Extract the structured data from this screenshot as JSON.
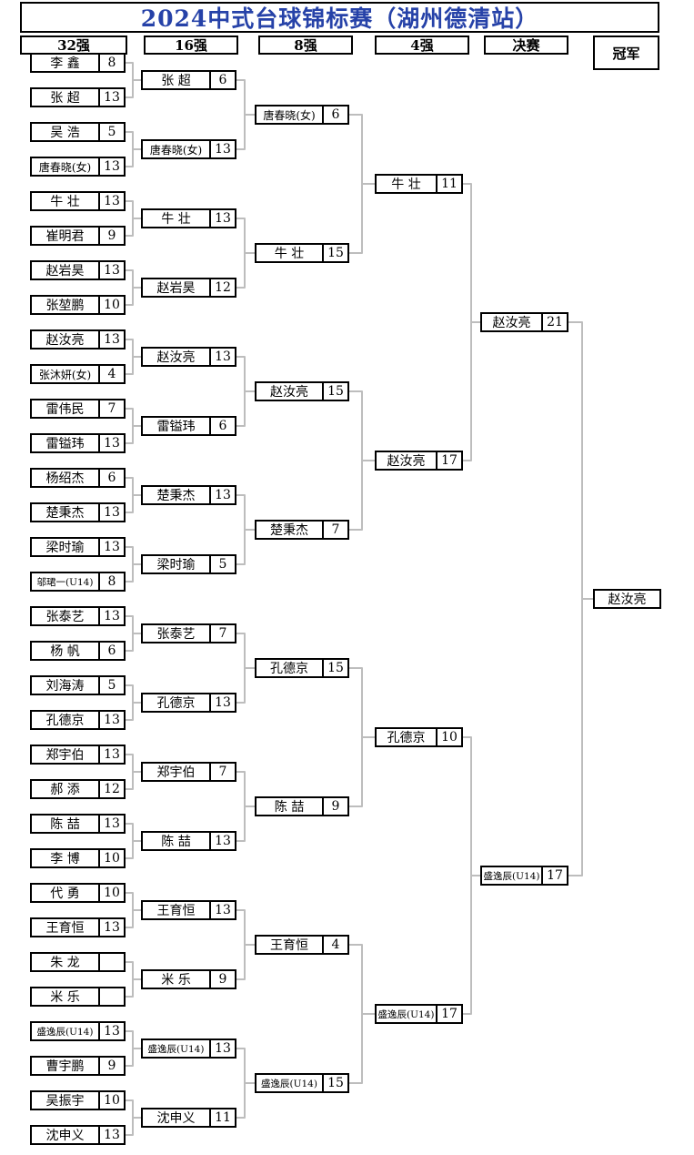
{
  "title": "2024中式台球锦标赛（湖州德清站）",
  "colors": {
    "title_blue": "#2642a8",
    "connector_gray": "#bdbdbd",
    "box_border": "#000000"
  },
  "round_headers": [
    "32强",
    "16强",
    "8强",
    "4强",
    "决赛",
    "冠军"
  ],
  "bracket": {
    "round_of_32": [
      {
        "name": "李 鑫",
        "score": "8"
      },
      {
        "name": "张 超",
        "score": "13"
      },
      {
        "name": "吴 浩",
        "score": "5"
      },
      {
        "name": "唐春晓(女)",
        "score": "13"
      },
      {
        "name": "牛 壮",
        "score": "13"
      },
      {
        "name": "崔明君",
        "score": "9"
      },
      {
        "name": "赵岩昊",
        "score": "13"
      },
      {
        "name": "张堃鹏",
        "score": "10"
      },
      {
        "name": "赵汝亮",
        "score": "13"
      },
      {
        "name": "张沐妍(女)",
        "score": "4"
      },
      {
        "name": "雷伟民",
        "score": "7"
      },
      {
        "name": "雷镒玮",
        "score": "13"
      },
      {
        "name": "杨绍杰",
        "score": "6"
      },
      {
        "name": "楚秉杰",
        "score": "13"
      },
      {
        "name": "梁时瑜",
        "score": "13"
      },
      {
        "name": "邬珺一(U14)",
        "score": "8"
      },
      {
        "name": "张泰艺",
        "score": "13"
      },
      {
        "name": "杨 帆",
        "score": "6"
      },
      {
        "name": "刘海涛",
        "score": "5"
      },
      {
        "name": "孔德京",
        "score": "13"
      },
      {
        "name": "郑宇伯",
        "score": "13"
      },
      {
        "name": "郝 添",
        "score": "12"
      },
      {
        "name": "陈 喆",
        "score": "13"
      },
      {
        "name": "李 博",
        "score": "10"
      },
      {
        "name": "代 勇",
        "score": "10"
      },
      {
        "name": "王育恒",
        "score": "13"
      },
      {
        "name": "朱 龙",
        "score": ""
      },
      {
        "name": "米 乐",
        "score": ""
      },
      {
        "name": "盛逸辰(U14)",
        "score": "13"
      },
      {
        "name": "曹宇鹏",
        "score": "9"
      },
      {
        "name": "吴振宇",
        "score": "10"
      },
      {
        "name": "沈申义",
        "score": "13"
      }
    ],
    "round_of_16": [
      {
        "name": "张 超",
        "score": "6"
      },
      {
        "name": "唐春晓(女)",
        "score": "13"
      },
      {
        "name": "牛 壮",
        "score": "13"
      },
      {
        "name": "赵岩昊",
        "score": "12"
      },
      {
        "name": "赵汝亮",
        "score": "13"
      },
      {
        "name": "雷镒玮",
        "score": "6"
      },
      {
        "name": "楚秉杰",
        "score": "13"
      },
      {
        "name": "梁时瑜",
        "score": "5"
      },
      {
        "name": "张泰艺",
        "score": "7"
      },
      {
        "name": "孔德京",
        "score": "13"
      },
      {
        "name": "郑宇伯",
        "score": "7"
      },
      {
        "name": "陈 喆",
        "score": "13"
      },
      {
        "name": "王育恒",
        "score": "13"
      },
      {
        "name": "米 乐",
        "score": "9"
      },
      {
        "name": "盛逸辰(U14)",
        "score": "13"
      },
      {
        "name": "沈申义",
        "score": "11"
      }
    ],
    "quarterfinals": [
      {
        "name": "唐春晓(女)",
        "score": "6"
      },
      {
        "name": "牛 壮",
        "score": "15"
      },
      {
        "name": "赵汝亮",
        "score": "15"
      },
      {
        "name": "楚秉杰",
        "score": "7"
      },
      {
        "name": "孔德京",
        "score": "15"
      },
      {
        "name": "陈 喆",
        "score": "9"
      },
      {
        "name": "王育恒",
        "score": "4"
      },
      {
        "name": "盛逸辰(U14)",
        "score": "15"
      }
    ],
    "semifinals": [
      {
        "name": "牛 壮",
        "score": "11"
      },
      {
        "name": "赵汝亮",
        "score": "17"
      },
      {
        "name": "孔德京",
        "score": "10"
      },
      {
        "name": "盛逸辰(U14)",
        "score": "17"
      }
    ],
    "final": [
      {
        "name": "赵汝亮",
        "score": "21"
      },
      {
        "name": "盛逸辰(U14)",
        "score": "17"
      }
    ],
    "champion": {
      "name": "赵汝亮"
    }
  }
}
